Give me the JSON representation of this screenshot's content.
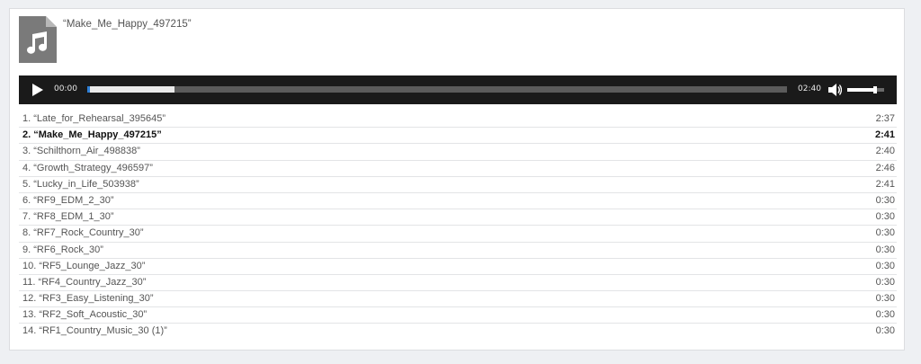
{
  "now_playing": {
    "title": "“Make_Me_Happy_497215”"
  },
  "player": {
    "current_time": "00:00",
    "duration": "02:40",
    "progress_played": 0.003,
    "progress_loaded": 0.125,
    "volume": 0.8
  },
  "playlist": [
    {
      "index": "1.",
      "title": "“Late_for_Rehearsal_395645”",
      "length": "2:37",
      "active": false
    },
    {
      "index": "2.",
      "title": "“Make_Me_Happy_497215”",
      "length": "2:41",
      "active": true
    },
    {
      "index": "3.",
      "title": "“Schilthorn_Air_498838”",
      "length": "2:40",
      "active": false
    },
    {
      "index": "4.",
      "title": "“Growth_Strategy_496597”",
      "length": "2:46",
      "active": false
    },
    {
      "index": "5.",
      "title": "“Lucky_in_Life_503938”",
      "length": "2:41",
      "active": false
    },
    {
      "index": "6.",
      "title": "“RF9_EDM_2_30”",
      "length": "0:30",
      "active": false
    },
    {
      "index": "7.",
      "title": "“RF8_EDM_1_30”",
      "length": "0:30",
      "active": false
    },
    {
      "index": "8.",
      "title": "“RF7_Rock_Country_30”",
      "length": "0:30",
      "active": false
    },
    {
      "index": "9.",
      "title": "“RF6_Rock_30”",
      "length": "0:30",
      "active": false
    },
    {
      "index": "10.",
      "title": "“RF5_Lounge_Jazz_30”",
      "length": "0:30",
      "active": false
    },
    {
      "index": "11.",
      "title": "“RF4_Country_Jazz_30”",
      "length": "0:30",
      "active": false
    },
    {
      "index": "12.",
      "title": "“RF3_Easy_Listening_30”",
      "length": "0:30",
      "active": false
    },
    {
      "index": "13.",
      "title": "“RF2_Soft_Acoustic_30”",
      "length": "0:30",
      "active": false
    },
    {
      "index": "14.",
      "title": "“RF1_Country_Music_30 (1)”",
      "length": "0:30",
      "active": false
    }
  ],
  "icons": {
    "file": "music-file-icon",
    "play": "play-icon",
    "volume": "volume-icon"
  },
  "colors": {
    "player_bg": "#1a1a1a",
    "progress_played": "#2e7fd6",
    "file_icon": "#777777"
  }
}
